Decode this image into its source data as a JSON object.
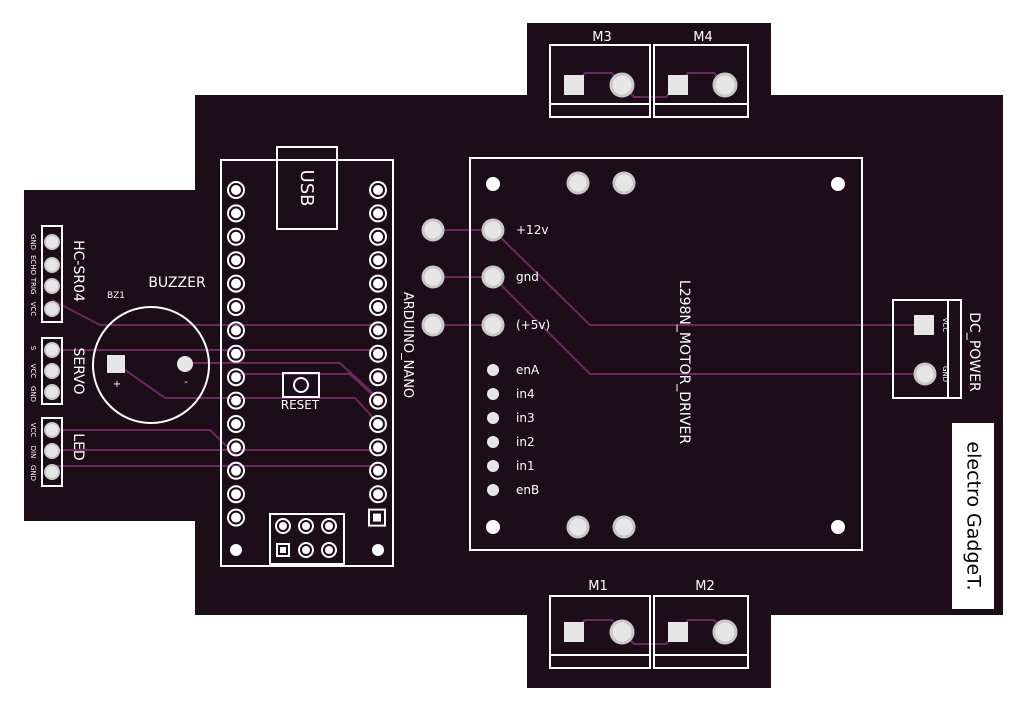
{
  "colors": {
    "board": "#1c0d18",
    "trace": "#6b2a5f",
    "silkscreen": "#ffffff",
    "pad": "#e6e6e6",
    "pad_ring": "#c8c8c8",
    "background": "#ffffff"
  },
  "motor_terminals": {
    "m1": "M1",
    "m2": "M2",
    "m3": "M3",
    "m4": "M4"
  },
  "arduino": {
    "label": "ARDUINO_NANO",
    "usb": "USB",
    "reset": "RESET"
  },
  "buzzer": {
    "label": "BUZZER",
    "ref": "BZ1",
    "plus": "+",
    "minus": "-"
  },
  "sensor_headers": {
    "hcsr04": {
      "label": "HC-SR04",
      "pins": [
        "GND",
        "ECHO",
        "TRIG",
        "VCC"
      ]
    },
    "servo": {
      "label": "SERVO",
      "pins": [
        "S",
        "VCC",
        "GND"
      ]
    },
    "led": {
      "label": "LED",
      "pins": [
        "VCC",
        "DIN",
        "GND"
      ]
    }
  },
  "motor_driver": {
    "label": "L298N_MOTOR_DRIVER",
    "power_pins": [
      "+12v",
      "gnd",
      "(+5v)"
    ],
    "signal_pins": [
      "enA",
      "in4",
      "in3",
      "in2",
      "in1",
      "enB"
    ]
  },
  "dc_power": {
    "label": "DC_POWER",
    "pins": [
      "VCC",
      "GND"
    ]
  },
  "brand": "electro GadgeT."
}
